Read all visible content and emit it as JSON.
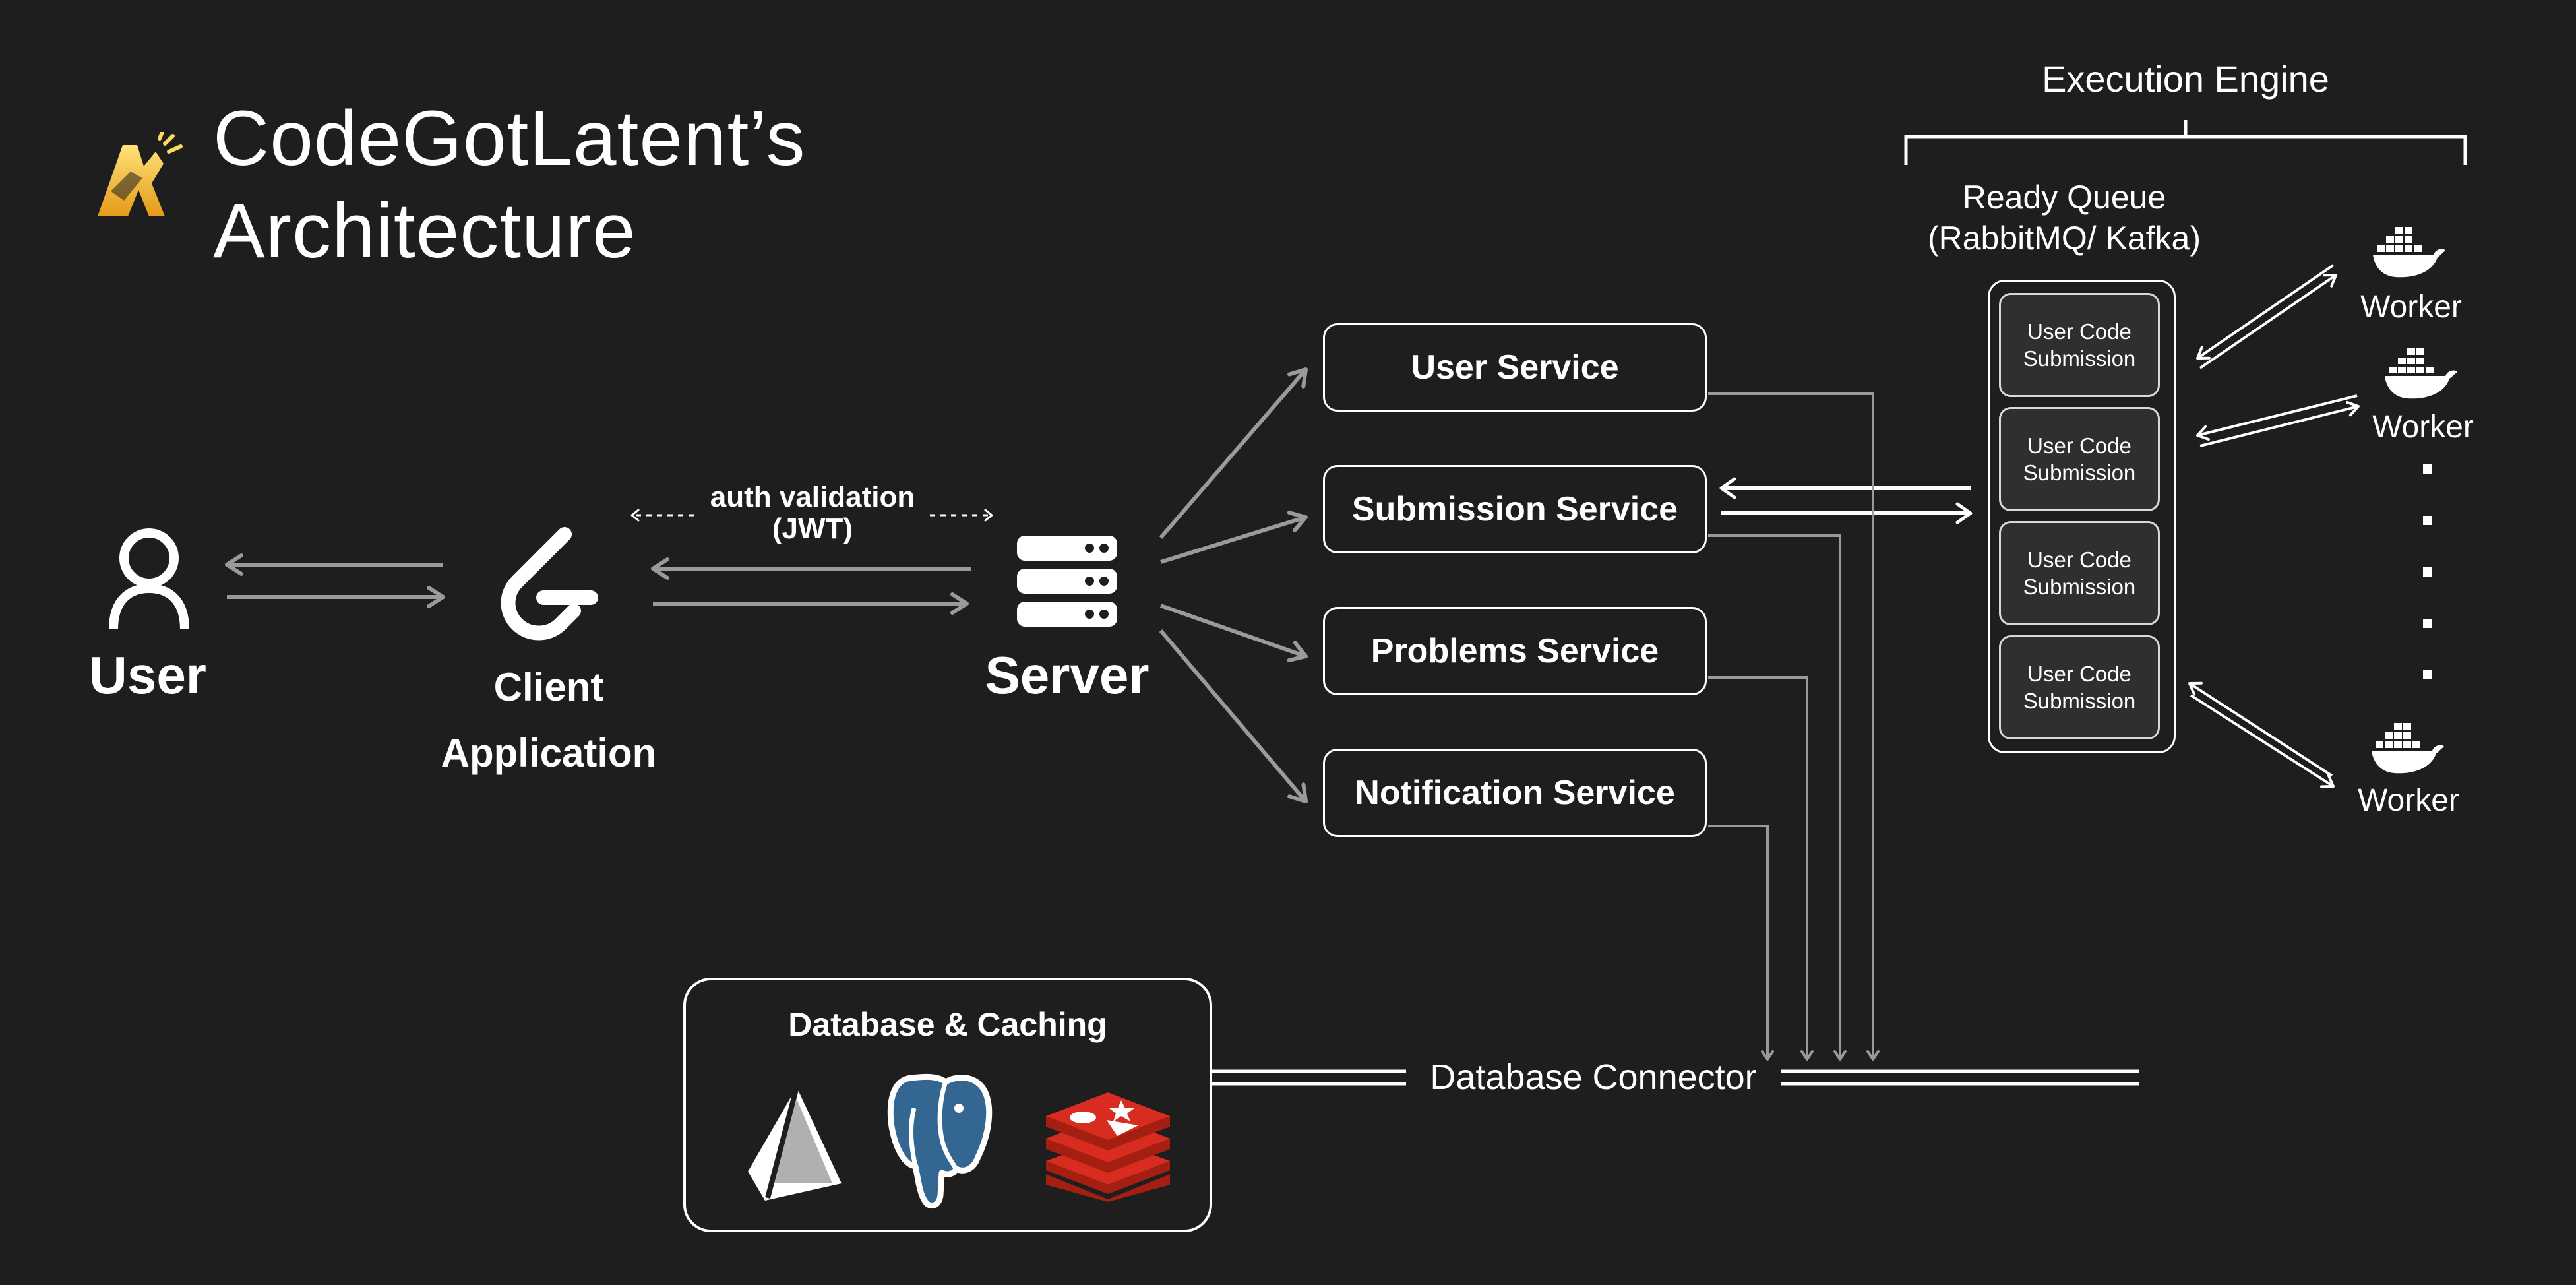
{
  "title": {
    "line1": "CodeGotLatent’s",
    "line2": "Architecture"
  },
  "user": {
    "label": "User"
  },
  "client": {
    "line1": "Client",
    "line2": "Application"
  },
  "auth": {
    "line1": "auth validation",
    "line2": "(JWT)"
  },
  "server": {
    "label": "Server"
  },
  "services": [
    {
      "label": "User Service"
    },
    {
      "label": "Submission Service"
    },
    {
      "label": "Problems Service"
    },
    {
      "label": "Notification Service"
    }
  ],
  "engine": {
    "title": "Execution Engine",
    "queue_line1": "Ready Queue",
    "queue_line2": "(RabbitMQ/ Kafka)",
    "queue_items": [
      {
        "line1": "User Code",
        "line2": "Submission"
      },
      {
        "line1": "User Code",
        "line2": "Submission"
      },
      {
        "line1": "User Code",
        "line2": "Submission"
      },
      {
        "line1": "User Code",
        "line2": "Submission"
      }
    ],
    "workers": [
      {
        "label": "Worker"
      },
      {
        "label": "Worker"
      },
      {
        "label": "Worker"
      }
    ]
  },
  "database": {
    "title": "Database & Caching",
    "connector": "Database Connector",
    "logos": [
      "prisma-logo",
      "postgresql-logo",
      "redis-logo"
    ]
  },
  "colors": {
    "background": "#1e1e1e",
    "foreground": "#ffffff",
    "arrow": "#9a9a9a",
    "postgres_blue": "#336791",
    "redis_red": "#d82c20",
    "logo_gold": "#f2b632"
  },
  "icons": [
    "user-icon",
    "client-logo-icon",
    "server-icon",
    "docker-whale-icon"
  ]
}
